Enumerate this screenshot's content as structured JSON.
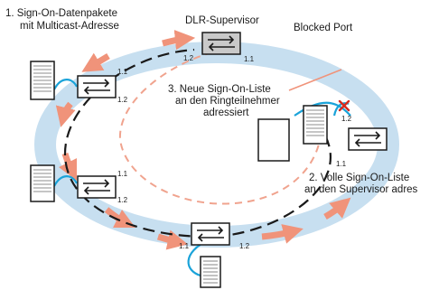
{
  "labels": {
    "step1_line1": "1. Sign-On-Datenpakete",
    "step1_line2": "mit Multicast-Adresse",
    "supervisor": "DLR-Supervisor",
    "blocked_port": "Blocked Port",
    "step3_line1": "3. Neue Sign-On-Liste",
    "step3_line2": "an den Ringteilnehmer",
    "step3_line3": "adressiert",
    "step2_line1": "2. Volle Sign-On-Liste",
    "step2_line2": "an den Supervisor adres"
  },
  "ports": {
    "supervisor_p1": "1.1",
    "supervisor_p2": "1.2",
    "left_top_p1": "1.1",
    "left_top_p2": "1.2",
    "left_bottom_p1": "1.1",
    "left_bottom_p2": "1.2",
    "bottom_p1": "1.1",
    "bottom_p2": "1.2",
    "right_p1": "1.1",
    "right_p2": "1.2"
  },
  "colors": {
    "ring": "#c7dff0",
    "arrow": "#f0937a",
    "cable": "#1aa3d9",
    "supervisor_fill": "#c9c9c9",
    "blocked_mark": "#d62a1f"
  },
  "icons": {
    "switch": "switch-icon",
    "device": "document-device-icon",
    "blocked": "x-mark-icon"
  }
}
